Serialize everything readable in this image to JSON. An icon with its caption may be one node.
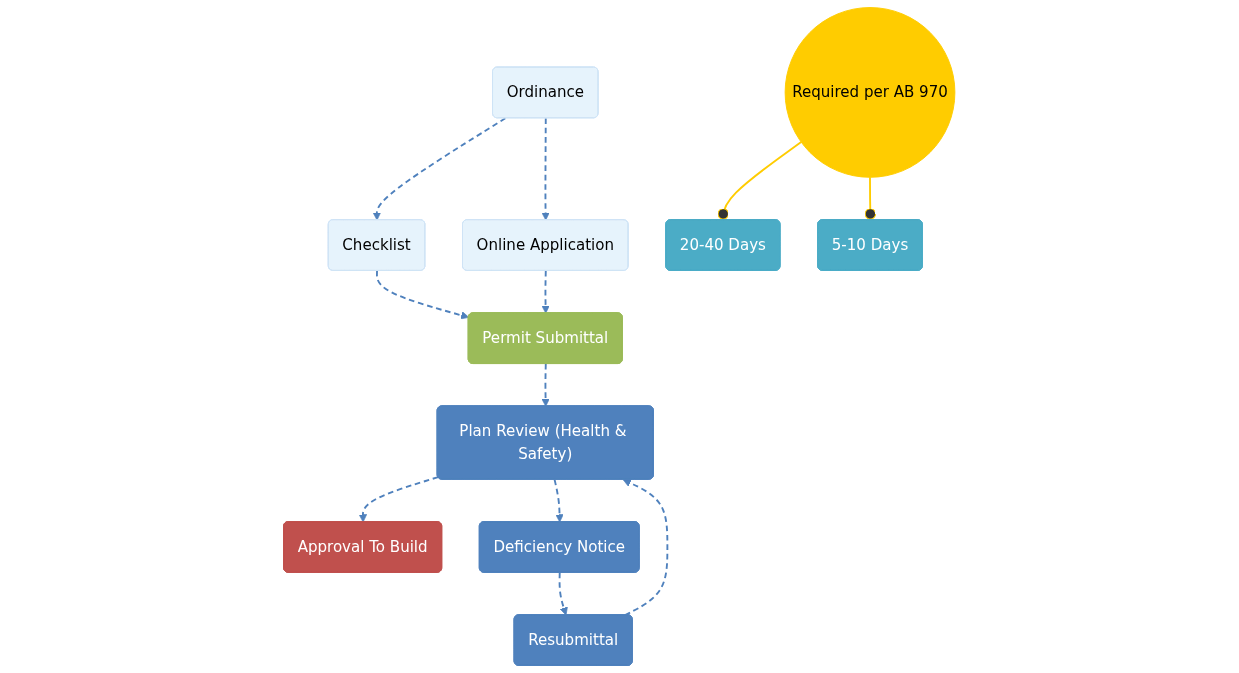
{
  "diagram": {
    "nodes": [
      {
        "text": [
          "Ordinance"
        ]
      },
      {
        "text": [
          "Checklist"
        ]
      },
      {
        "text": [
          "Online Application"
        ]
      },
      {
        "text": [
          "Permit Submittal"
        ]
      },
      {
        "text": [
          "Plan Review (Health & Safety)"
        ]
      },
      {
        "text": [
          "Approval To Build"
        ]
      },
      {
        "text": [
          "20-40 Days"
        ]
      },
      {
        "text": [
          "Resubmittal"
        ]
      },
      {
        "text": [
          "Deficiency Notice"
        ]
      },
      {
        "text": [
          "5-10 Days"
        ]
      },
      {
        "text": [
          "Required per AB 970"
        ]
      }
    ],
    "edges": [
      {
        "from": 0,
        "to": 1,
        "arrow": "to",
        "style": "dashed"
      },
      {
        "from": 0,
        "to": 2,
        "arrow": "to",
        "style": "dashed"
      },
      {
        "from": 1,
        "to": 3,
        "arrow": "to",
        "style": "dashed"
      },
      {
        "from": 2,
        "to": 3,
        "arrow": "to",
        "style": "dashed"
      },
      {
        "from": 3,
        "to": 4,
        "arrow": "to",
        "style": "dashed"
      },
      {
        "from": 4,
        "to": 5,
        "arrow": "to",
        "style": "dashed"
      },
      {
        "from": 4,
        "to": 8,
        "arrow": "to",
        "style": "dashed"
      },
      {
        "from": 8,
        "to": 7,
        "arrow": "to",
        "style": "dashed"
      },
      {
        "from": 7,
        "to": 4,
        "arrow": "to",
        "style": "dashed"
      },
      {
        "from": 10,
        "to": 6,
        "arrow": "other",
        "color": "#ffcc00"
      },
      {
        "from": 10,
        "to": 9,
        "arrow": "other",
        "color": "#ffcc00"
      }
    ]
  }
}
